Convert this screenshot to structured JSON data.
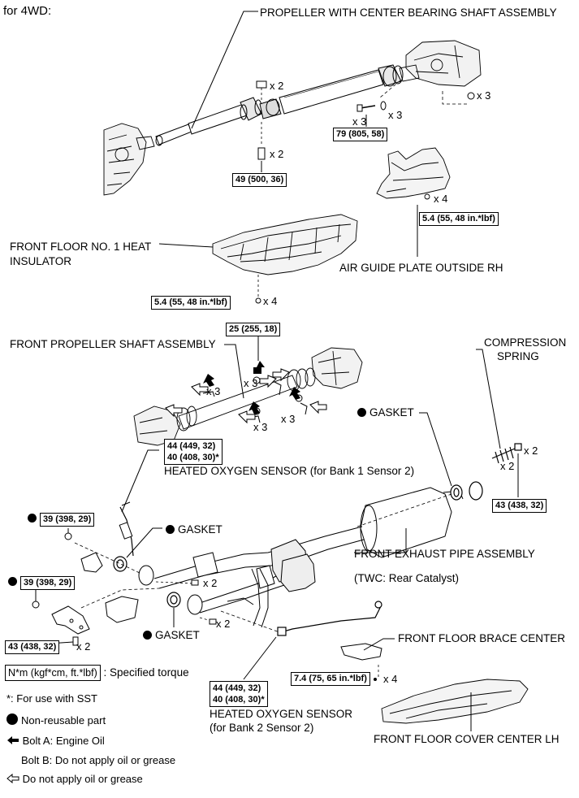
{
  "header": {
    "variant": "for 4WD:"
  },
  "labels": {
    "propeller_center": "PROPELLER WITH CENTER BEARING SHAFT ASSEMBLY",
    "front_floor_heat_1": "FRONT FLOOR NO. 1 HEAT",
    "front_floor_heat_2": "INSULATOR",
    "air_guide": "AIR GUIDE PLATE OUTSIDE RH",
    "front_propeller": "FRONT PROPELLER SHAFT ASSEMBLY",
    "compression_1": "COMPRESSION",
    "compression_2": "SPRING",
    "gasket_top": "GASKET",
    "hos1": "HEATED OXYGEN SENSOR (for Bank 1 Sensor 2)",
    "gasket_mid": "GASKET",
    "front_exhaust": "FRONT EXHAUST PIPE ASSEMBLY",
    "twc": "(TWC: Rear Catalyst)",
    "gasket_bottom": "GASKET",
    "brace": "FRONT FLOOR BRACE CENTER",
    "hos2_1": "HEATED OXYGEN SENSOR",
    "hos2_2": "(for Bank 2 Sensor 2)",
    "cover": "FRONT FLOOR COVER CENTER LH"
  },
  "torques": {
    "t79": "79 (805, 58)",
    "t49": "49 (500, 36)",
    "t54_air": "5.4 (55, 48 in.*lbf)",
    "t54_heat": "5.4 (55, 48 in.*lbf)",
    "t25": "25 (255, 18)",
    "t44a_1": "44 (449, 32)",
    "t44a_2": "40 (408, 30)*",
    "t43_right": "43 (438, 32)",
    "t39_top": "39 (398, 29)",
    "t39_bot": "39 (398, 29)",
    "t43_left": "43 (438, 32)",
    "t74": "7.4 (75, 65 in.*lbf)",
    "t44b_1": "44 (449, 32)",
    "t44b_2": "40 (408, 30)*"
  },
  "quantities": {
    "q_x2_top": "x 2",
    "q_x3_right": "x 3",
    "q_x3_bolt": "x 3",
    "q_x3_washer": "x 3",
    "q_x2_mid": "x 2",
    "q_x4_air": "x 4",
    "q_x4_heat": "x 4",
    "q_x3_fp1": "x 3",
    "q_x3_fp2": "x 3",
    "q_x3_fp3": "x 3",
    "q_x3_fp4": "x 3",
    "q_x2_spring1": "x 2",
    "q_x2_spring2": "x 2",
    "q_x2_pipe1": "x 2",
    "q_x2_pipe2": "x 2",
    "q_x2_left": "x 2",
    "q_x4_brace": "x 4"
  },
  "legend": {
    "torque_box": "N*m (kgf*cm, ft.*lbf)",
    "torque_text": ": Specified torque",
    "sst": "*: For use with SST",
    "nonreusable": "Non-reusable part",
    "bolt_a": "Bolt A: Engine Oil",
    "bolt_b": "Bolt B: Do not apply oil or grease",
    "no_oil": "Do not apply oil or grease"
  },
  "icons": [
    "filled-circle-icon",
    "filled-arrow-left-icon",
    "hollow-arrow-left-icon"
  ]
}
